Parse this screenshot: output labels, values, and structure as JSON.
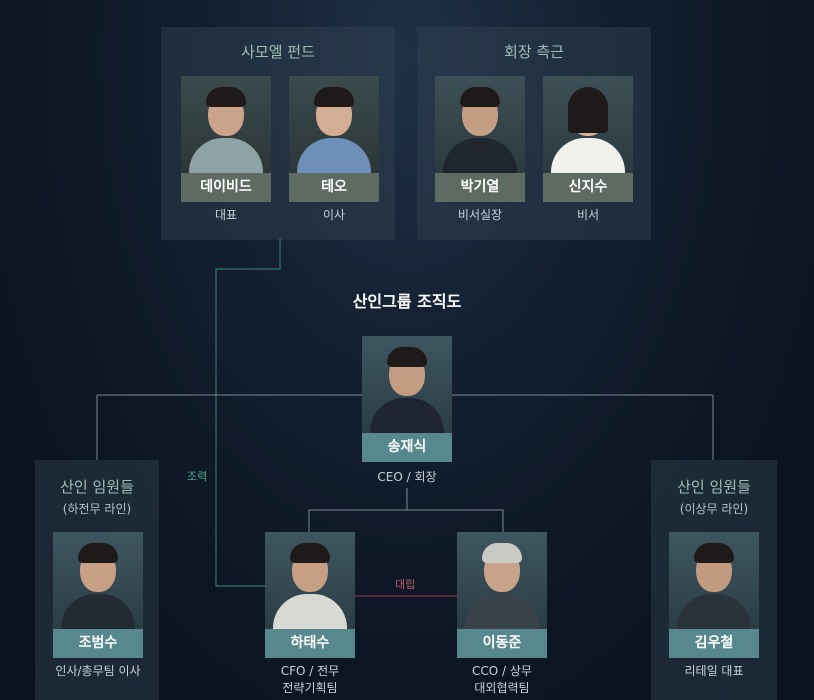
{
  "colors": {
    "card_gold": "#5e6b62",
    "card_teal": "#56888e",
    "cooperation_line": "#3a8a72",
    "conflict_line": "#9a3b47",
    "connector": "#8a97a2"
  },
  "title": "산인그룹 조직도",
  "groups": {
    "samuel_fund": {
      "title": "사모엘 펀드"
    },
    "chairman_aides": {
      "title": "회장 측근"
    },
    "execs_left": {
      "title": "산인 임원들",
      "subtitle": "(하전무 라인)"
    },
    "execs_right": {
      "title": "산인 임원들",
      "subtitle": "(이상무 라인)"
    }
  },
  "people": {
    "david": {
      "name": "데이비드",
      "role": "대표"
    },
    "teo": {
      "name": "테오",
      "role": "이사"
    },
    "park": {
      "name": "박기열",
      "role": "비서실장"
    },
    "shin": {
      "name": "신지수",
      "role": "비서"
    },
    "song": {
      "name": "송재식",
      "role": "CEO / 회장"
    },
    "jo": {
      "name": "조범수",
      "role": "인사/총무팀 이사"
    },
    "ha": {
      "name": "하태수",
      "role_line1": "CFO / 전무",
      "role_line2": "전략기획팀"
    },
    "lee": {
      "name": "이동준",
      "role_line1": "CCO / 상무",
      "role_line2": "대외협력팀"
    },
    "kim": {
      "name": "김우철",
      "role": "리테일 대표"
    }
  },
  "relations": {
    "cooperation": "조력",
    "conflict": "대립"
  }
}
